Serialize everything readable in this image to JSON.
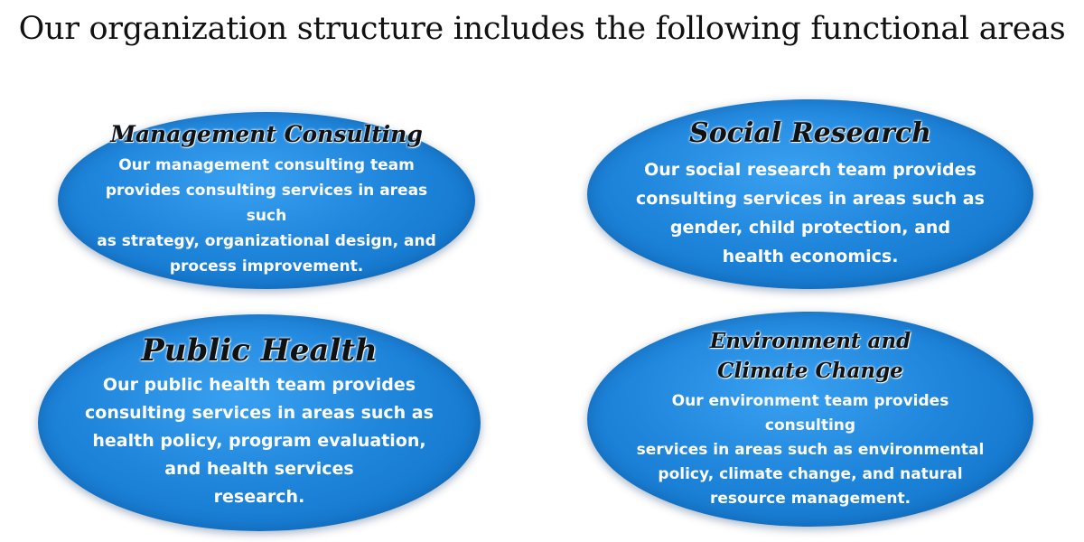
{
  "title": "Our organization structure includes the following functional areas",
  "areas": {
    "management": {
      "heading": "Management Consulting",
      "description": "Our management consulting team\nprovides consulting services in areas such\nas strategy, organizational design, and\nprocess improvement."
    },
    "social": {
      "heading": "Social Research",
      "description": "Our social research team provides\nconsulting services in areas such as\ngender, child protection, and\nhealth economics."
    },
    "public_health": {
      "heading": "Public Health",
      "description": "Our public health team provides\nconsulting services in areas such as\nhealth policy, program evaluation,\nand health services\nresearch."
    },
    "environment": {
      "heading_line1": "Environment and",
      "heading_line2": "Climate Change",
      "description": "Our environment team provides consulting\nservices in areas such as environmental\npolicy, climate change, and natural\nresource management."
    }
  },
  "colors": {
    "ellipse_fill": "#1f86dc",
    "heading_text": "#111111",
    "body_text": "#ffffff"
  }
}
